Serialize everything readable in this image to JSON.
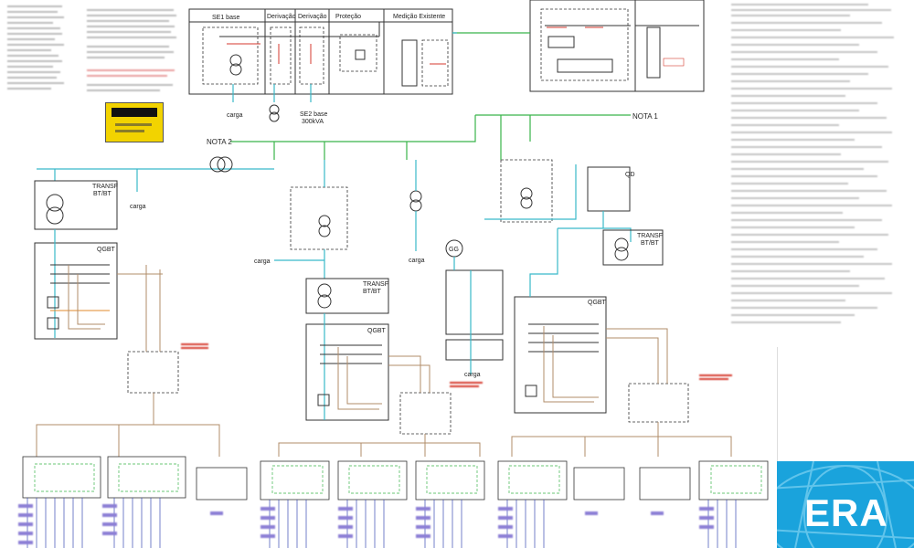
{
  "labels": {
    "se1_base": "SE1 base",
    "derivacao_1": "Derivação",
    "derivacao_2": "Derivação",
    "protecao": "Proteção",
    "medicao_existente": "Medição Existente",
    "carga_top": "carga",
    "se2_base": "SE2 base",
    "se2_kva": "300kVA",
    "nota_1": "NOTA 1",
    "nota_2": "NOTA 2",
    "transf_left_1": "TRANSF",
    "transf_left_2": "BT/BT",
    "carga_left": "carga",
    "qgbt_left": "QGBT",
    "carga_center": "carga",
    "transf_center_1": "TRANSF",
    "transf_center_2": "BT/BT",
    "qgbt_center": "QGBT",
    "carga_mid": "carga",
    "gg": "GG",
    "carga_gg": "carga",
    "qd": "QD",
    "transf_right_1": "TRANSF",
    "transf_right_2": "BT/BT",
    "qgbt_right": "QGBT",
    "logo": "ERA"
  },
  "colors": {
    "cyan_bus": "#39b9c9",
    "green_bus": "#39b54a",
    "tan_wire": "#b08c6a",
    "red_wire": "#d63a2f",
    "logo_blue": "#1aa3dc",
    "warning_yellow": "#f2d300"
  },
  "icons": [
    "transformer-icon",
    "breaker-icon",
    "generator-icon",
    "inverter-icon",
    "logo-globe-icon",
    "warning-sign-icon"
  ]
}
